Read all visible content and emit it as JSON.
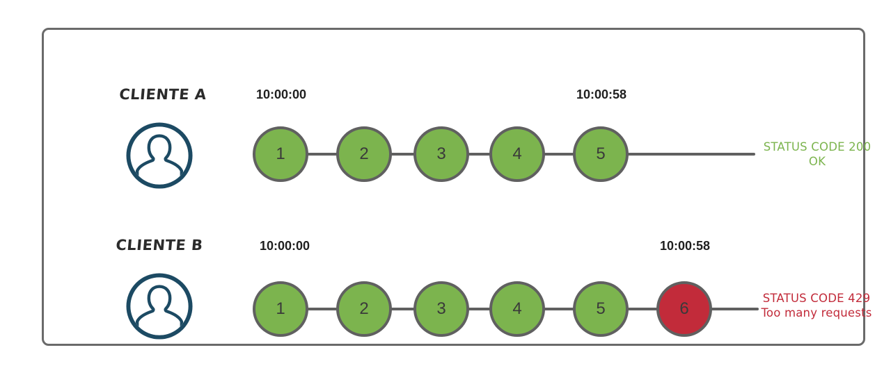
{
  "colors": {
    "green": "#7cb44e",
    "red": "#c22b3a",
    "gray": "#606060",
    "navy": "#1c4a63",
    "ink": "#2b2b2b"
  },
  "rows": [
    {
      "client_label": "CLIENTE A",
      "start_time": "10:00:00",
      "end_time": "10:00:58",
      "requests": [
        {
          "n": "1",
          "status": "ok"
        },
        {
          "n": "2",
          "status": "ok"
        },
        {
          "n": "3",
          "status": "ok"
        },
        {
          "n": "4",
          "status": "ok"
        },
        {
          "n": "5",
          "status": "ok"
        }
      ],
      "status_line1": "STATUS CODE 200",
      "status_line2": "OK",
      "status_type": "success"
    },
    {
      "client_label": "CLIENTE B",
      "start_time": "10:00:00",
      "end_time": "10:00:58",
      "requests": [
        {
          "n": "1",
          "status": "ok"
        },
        {
          "n": "2",
          "status": "ok"
        },
        {
          "n": "3",
          "status": "ok"
        },
        {
          "n": "4",
          "status": "ok"
        },
        {
          "n": "5",
          "status": "ok"
        },
        {
          "n": "6",
          "status": "blocked"
        }
      ],
      "status_line1": "STATUS CODE 429",
      "status_line2": "Too many requests",
      "status_type": "error"
    }
  ]
}
